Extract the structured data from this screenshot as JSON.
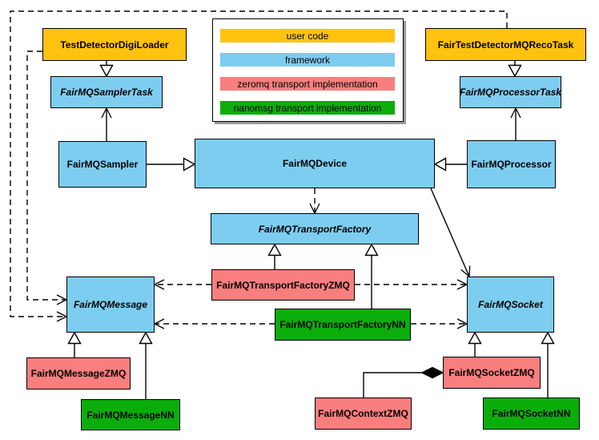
{
  "diagram": {
    "type": "uml-class-diagram",
    "legend": {
      "items": [
        {
          "label": "user code",
          "color": "#FFC20E",
          "category": "user_code"
        },
        {
          "label": "framework",
          "color": "#7DCDF0",
          "category": "framework"
        },
        {
          "label": "zeromq transport implementation",
          "color": "#F97E7E",
          "category": "zeromq"
        },
        {
          "label": "nanomsg transport implementation",
          "color": "#0BAD0B",
          "category": "nanomsg"
        }
      ]
    },
    "colors": {
      "user_code": "#FFC20E",
      "framework": "#7DCDF0",
      "zeromq": "#F97E7E",
      "nanomsg": "#0BAD0B",
      "line": "#000000",
      "legend_shadow": "#999999"
    },
    "nodes": [
      {
        "label": "TestDetectorDigiLoader",
        "category": "user_code",
        "abstract": false
      },
      {
        "label": "FairTestDetectorMQRecoTask",
        "category": "user_code",
        "abstract": false
      },
      {
        "label": "FairMQSamplerTask",
        "category": "framework",
        "abstract": true
      },
      {
        "label": "FairMQProcessorTask",
        "category": "framework",
        "abstract": true
      },
      {
        "label": "FairMQSampler",
        "category": "framework",
        "abstract": false
      },
      {
        "label": "FairMQDevice",
        "category": "framework",
        "abstract": false
      },
      {
        "label": "FairMQProcessor",
        "category": "framework",
        "abstract": false
      },
      {
        "label": "FairMQTransportFactory",
        "category": "framework",
        "abstract": true
      },
      {
        "label": "FairMQTransportFactoryZMQ",
        "category": "zeromq",
        "abstract": false
      },
      {
        "label": "FairMQTransportFactoryNN",
        "category": "nanomsg",
        "abstract": false
      },
      {
        "label": "FairMQMessage",
        "category": "framework",
        "abstract": true
      },
      {
        "label": "FairMQSocket",
        "category": "framework",
        "abstract": true
      },
      {
        "label": "FairMQMessageZMQ",
        "category": "zeromq",
        "abstract": false
      },
      {
        "label": "FairMQMessageNN",
        "category": "nanomsg",
        "abstract": false
      },
      {
        "label": "FairMQSocketZMQ",
        "category": "zeromq",
        "abstract": false
      },
      {
        "label": "FairMQSocketNN",
        "category": "nanomsg",
        "abstract": false
      },
      {
        "label": "FairMQContextZMQ",
        "category": "zeromq",
        "abstract": false
      }
    ],
    "edges": [
      {
        "from": "TestDetectorDigiLoader",
        "to": "FairMQSamplerTask",
        "relation": "inheritance",
        "line": "solid"
      },
      {
        "from": "FairTestDetectorMQRecoTask",
        "to": "FairMQProcessorTask",
        "relation": "inheritance",
        "line": "solid"
      },
      {
        "from": "FairMQSampler",
        "to": "FairMQDevice",
        "relation": "inheritance",
        "line": "solid"
      },
      {
        "from": "FairMQProcessor",
        "to": "FairMQDevice",
        "relation": "inheritance",
        "line": "solid"
      },
      {
        "from": "FairMQSampler",
        "to": "FairMQSamplerTask",
        "relation": "association",
        "line": "solid"
      },
      {
        "from": "FairMQProcessor",
        "to": "FairMQProcessorTask",
        "relation": "association",
        "line": "solid"
      },
      {
        "from": "FairMQDevice",
        "to": "FairMQTransportFactory",
        "relation": "dependency",
        "line": "dashed"
      },
      {
        "from": "FairMQDevice",
        "to": "FairMQSocket",
        "relation": "association",
        "line": "solid"
      },
      {
        "from": "FairMQTransportFactoryZMQ",
        "to": "FairMQTransportFactory",
        "relation": "inheritance",
        "line": "solid"
      },
      {
        "from": "FairMQTransportFactoryNN",
        "to": "FairMQTransportFactory",
        "relation": "inheritance",
        "line": "solid"
      },
      {
        "from": "FairMQTransportFactoryZMQ",
        "to": "FairMQMessage",
        "relation": "dependency",
        "line": "dashed"
      },
      {
        "from": "FairMQTransportFactoryZMQ",
        "to": "FairMQSocket",
        "relation": "dependency",
        "line": "dashed"
      },
      {
        "from": "FairMQTransportFactoryNN",
        "to": "FairMQMessage",
        "relation": "dependency",
        "line": "dashed"
      },
      {
        "from": "FairMQTransportFactoryNN",
        "to": "FairMQSocket",
        "relation": "dependency",
        "line": "dashed"
      },
      {
        "from": "TestDetectorDigiLoader",
        "to": "FairMQMessage",
        "relation": "dependency",
        "line": "dashed"
      },
      {
        "from": "FairTestDetectorMQRecoTask",
        "to": "FairMQMessage",
        "relation": "dependency",
        "line": "dashed"
      },
      {
        "from": "FairMQMessageZMQ",
        "to": "FairMQMessage",
        "relation": "inheritance",
        "line": "solid"
      },
      {
        "from": "FairMQMessageNN",
        "to": "FairMQMessage",
        "relation": "inheritance",
        "line": "solid"
      },
      {
        "from": "FairMQSocketZMQ",
        "to": "FairMQSocket",
        "relation": "inheritance",
        "line": "solid"
      },
      {
        "from": "FairMQSocketNN",
        "to": "FairMQSocket",
        "relation": "inheritance",
        "line": "solid"
      },
      {
        "from": "FairMQContextZMQ",
        "to": "FairMQSocketZMQ",
        "relation": "composition",
        "line": "solid"
      }
    ]
  }
}
